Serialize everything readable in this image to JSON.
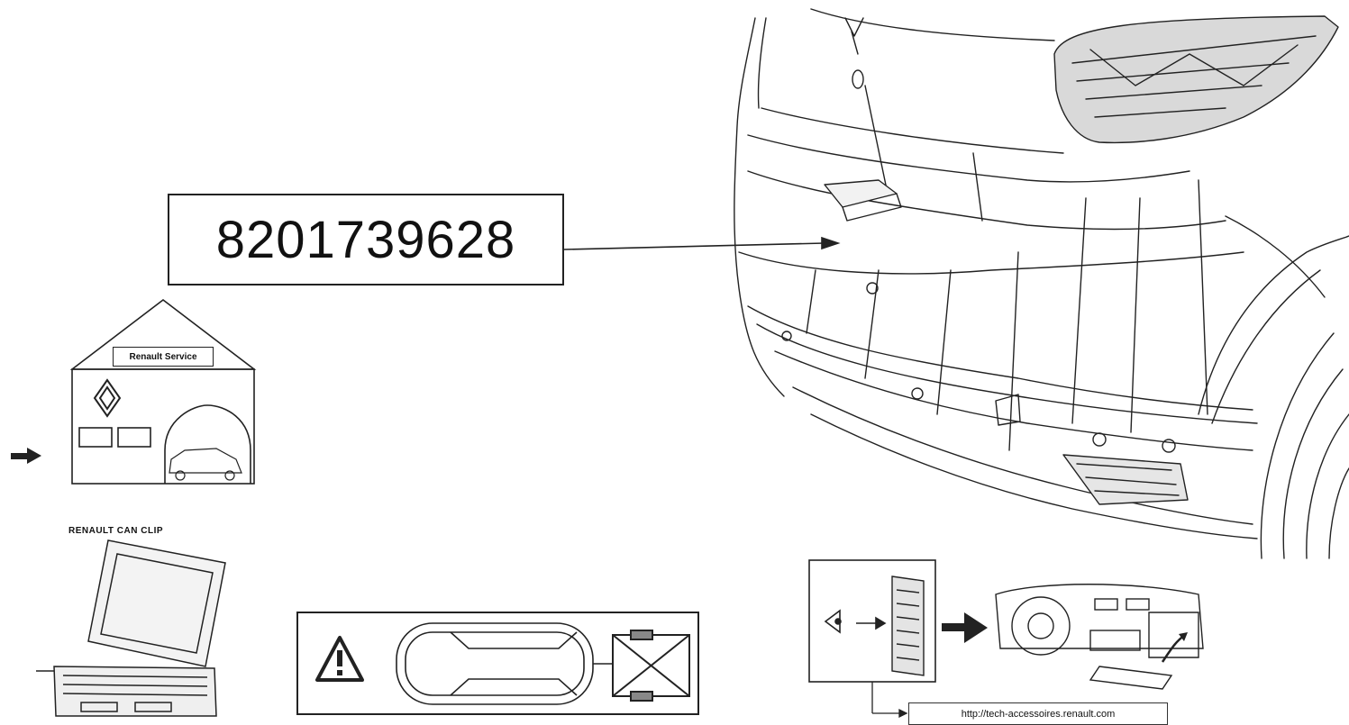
{
  "part_number": "8201739628",
  "garage": {
    "sign_text": "Renault Service"
  },
  "tool": {
    "label": "RENAULT CAN CLIP"
  },
  "docs": {
    "url": "http://tech-accessoires.renault.com"
  },
  "colors": {
    "line": "#222222",
    "background": "#ffffff"
  },
  "icons": [
    "warning-triangle-icon",
    "arrow-right-icon",
    "eye-icon",
    "renault-logo-icon",
    "no-towing-icon"
  ]
}
